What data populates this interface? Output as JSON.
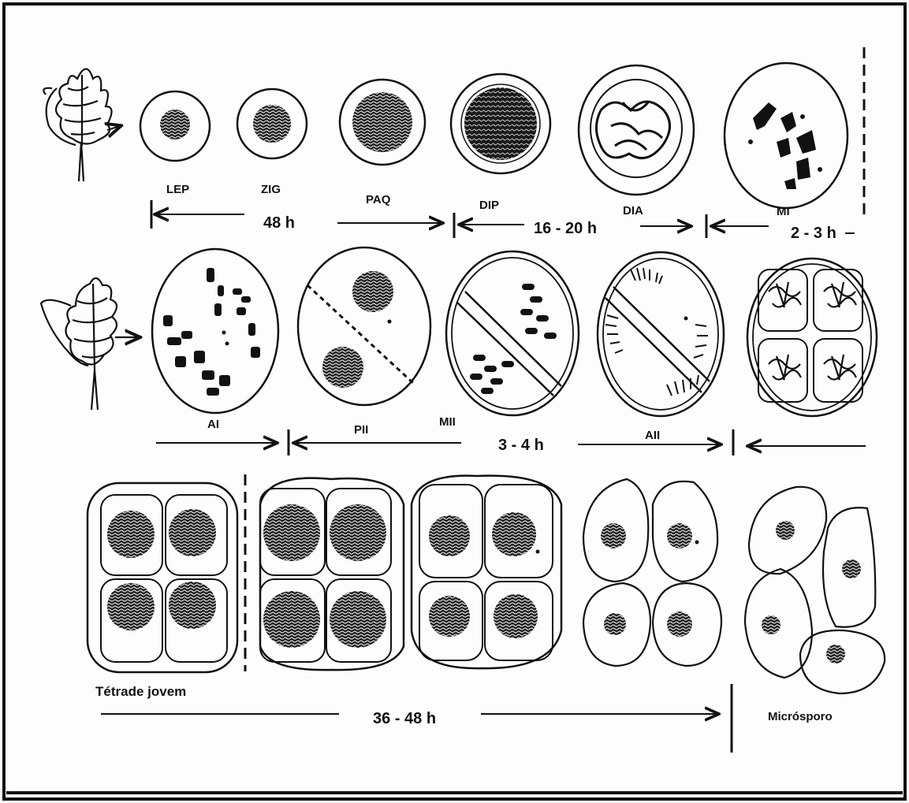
{
  "stages_row1": [
    "LEP",
    "ZIG",
    "PAQ",
    "DIP",
    "DIA",
    "MI"
  ],
  "stages_row2": [
    "AI",
    "PII",
    "MII",
    "AII"
  ],
  "times": {
    "row1_a": "48 h",
    "row1_b": "16 - 20 h",
    "row1_c": "2 - 3 h",
    "row2": "3 - 4 h",
    "row3": "36 - 48 h"
  },
  "labels": {
    "young_tetrad": "Tétrade jovem",
    "microspore": "Micrósporo"
  },
  "colors": {
    "ink": "#111111",
    "paper": "#fdfdfd"
  }
}
